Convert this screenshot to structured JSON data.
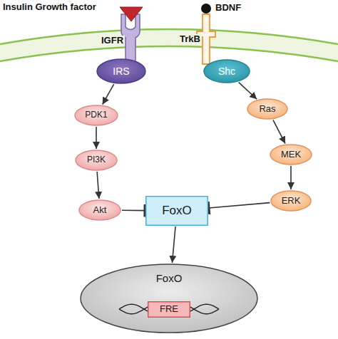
{
  "diagram": {
    "nodes": [
      {
        "text": [
          "IRS"
        ]
      },
      {
        "text": [
          "Shc"
        ]
      },
      {
        "text": [
          "PDK1"
        ]
      },
      {
        "text": [
          "Ras"
        ]
      },
      {
        "text": [
          "PI3K"
        ]
      },
      {
        "text": [
          "MEK"
        ]
      },
      {
        "text": [
          "Akt"
        ]
      },
      {
        "text": [
          "ERK"
        ]
      },
      {
        "text": [
          "FoxO"
        ]
      },
      {
        "text": [
          "FoxO"
        ]
      },
      {
        "text": [
          "FRE"
        ],
        "in": 9
      }
    ],
    "edges": [
      {
        "from": 0,
        "to": 2,
        "arrow": "to"
      },
      {
        "from": 2,
        "to": 4,
        "arrow": "to"
      },
      {
        "from": 4,
        "to": 6,
        "arrow": "to"
      },
      {
        "from": 6,
        "to": 8,
        "arrow": "to"
      },
      {
        "from": 1,
        "to": 3,
        "arrow": "to"
      },
      {
        "from": 3,
        "to": 5,
        "arrow": "to"
      },
      {
        "from": 5,
        "to": 7,
        "arrow": "to"
      },
      {
        "from": 7,
        "to": 8,
        "arrow": "to"
      },
      {
        "from": 8,
        "to": 9,
        "arrow": "to"
      }
    ],
    "labels": [
      "Insulin Growth factor",
      "BDNF",
      "IGFR",
      "TrkB"
    ]
  }
}
